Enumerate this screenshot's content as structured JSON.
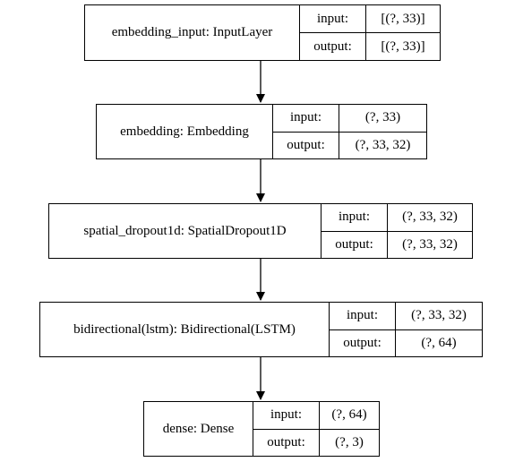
{
  "layers": [
    {
      "title": "embedding_input: InputLayer",
      "input_label": "input:",
      "input_value": "[(?, 33)]",
      "output_label": "output:",
      "output_value": "[(?, 33)]"
    },
    {
      "title": "embedding: Embedding",
      "input_label": "input:",
      "input_value": "(?, 33)",
      "output_label": "output:",
      "output_value": "(?, 33, 32)"
    },
    {
      "title": "spatial_dropout1d: SpatialDropout1D",
      "input_label": "input:",
      "input_value": "(?, 33, 32)",
      "output_label": "output:",
      "output_value": "(?, 33, 32)"
    },
    {
      "title": "bidirectional(lstm): Bidirectional(LSTM)",
      "input_label": "input:",
      "input_value": "(?, 33, 32)",
      "output_label": "output:",
      "output_value": "(?, 64)"
    },
    {
      "title": "dense: Dense",
      "input_label": "input:",
      "input_value": "(?, 64)",
      "output_label": "output:",
      "output_value": "(?, 3)"
    }
  ]
}
